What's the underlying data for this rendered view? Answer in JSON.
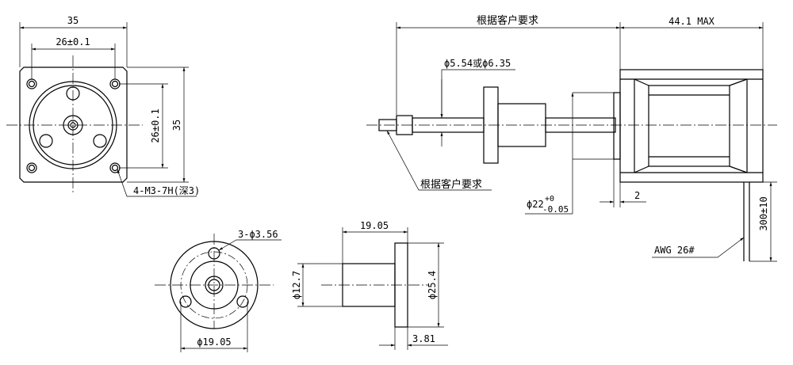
{
  "motor_front": {
    "width": "35",
    "hole_pitch_h": "26±0.1",
    "hole_pitch_v": "26±0.1",
    "height": "35",
    "holes": "4-M3-7H(深3)"
  },
  "motor_side": {
    "screw_length": "根据客户要求",
    "motor_length": "44.1 MAX",
    "screw_dia": "ϕ5.54或ϕ6.35",
    "shaft_end": "根据客户要求",
    "boss_dia_main": "ϕ22",
    "boss_tol_upper": "+0",
    "boss_tol_lower": "-0.05",
    "boss_height": "2",
    "lead_length": "300±10",
    "wire": "AWG 26#"
  },
  "nut_front": {
    "holes": "3-ϕ3.56",
    "bolt_circle": "ϕ19.05"
  },
  "nut_side": {
    "length": "19.05",
    "body_dia": "ϕ12.7",
    "flange_dia": "ϕ25.4",
    "flange_thickness": "3.81"
  }
}
